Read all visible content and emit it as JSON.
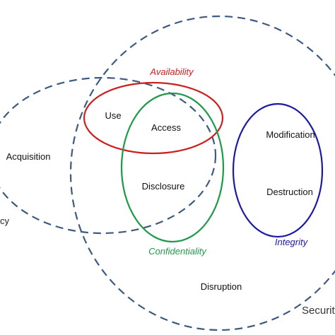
{
  "diagram": {
    "circles": {
      "security": {
        "label": "Securit",
        "color": "#3d5a80",
        "style": "dashed"
      },
      "privacy": {
        "label": "cy",
        "color": "#3d5a80",
        "style": "dashed"
      },
      "availability": {
        "label": "Availability",
        "color": "#cc2020"
      },
      "confidentiality": {
        "label": "Confidentiality",
        "color": "#1e9a4a"
      },
      "integrity": {
        "label": "Integrity",
        "color": "#1a1aa6"
      }
    },
    "terms": {
      "acquisition": "Acquisition",
      "use": "Use",
      "access": "Access",
      "disclosure": "Disclosure",
      "modification": "Modification",
      "destruction": "Destruction",
      "disruption": "Disruption"
    }
  }
}
